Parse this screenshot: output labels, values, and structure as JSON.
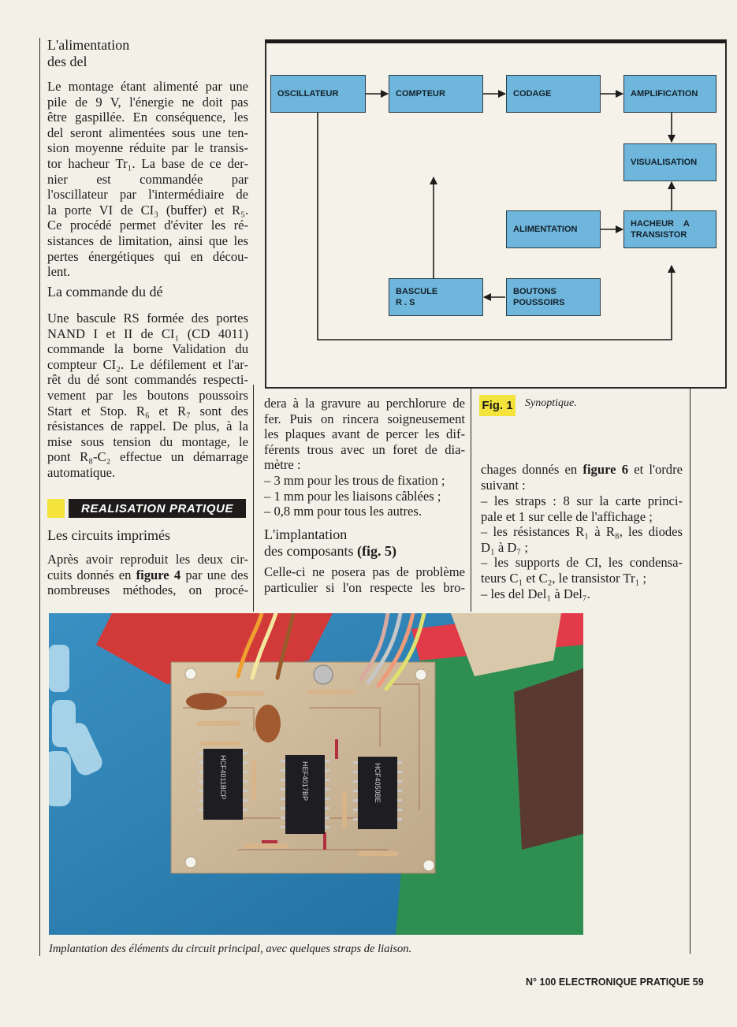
{
  "column1": {
    "heading1_line1": "L'alimentation",
    "heading1_line2": "des del",
    "para1_lines": [
      "Le montage étant alimenté par une",
      "pile de 9 V, l'énergie ne doit pas",
      "être gaspillée. En conséquence, les",
      "del seront alimentées sous une ten-",
      "sion moyenne réduite par le transis-",
      "tor hacheur Tr₁. La base de ce der-",
      "nier est commandée par",
      "l'oscillateur par l'intermédiaire de",
      "la porte VI de CI₃ (buffer) et R₅.",
      "Ce procédé permet d'éviter les ré-",
      "sistances de limitation, ainsi que les",
      "pertes énergétiques qui en décou-",
      "lent."
    ],
    "heading2": "La commande du dé",
    "para2_lines": [
      "Une bascule RS formée des portes",
      "NAND I et II de CI₁ (CD 4011)",
      "commande la borne Validation du",
      "compteur CI₂. Le défilement et l'ar-",
      "rêt du dé sont commandés respecti-",
      "vement par les boutons poussoirs",
      "Start et Stop. R₆ et R₇ sont des",
      "résistances de rappel. De plus, à la",
      "mise sous tension du montage, le",
      "pont R₈-C₂ effectue un démarrage",
      "automatique."
    ],
    "section_banner": "REALISATION PRATIQUE",
    "heading3": "Les circuits imprimés",
    "para3_lines": [
      "Après avoir reproduit les deux cir-",
      "cuits donnés en",
      "figure 4",
      "par une des",
      "nombreuses méthodes, on procé-"
    ]
  },
  "column2": {
    "para_lines": [
      "dera à la gravure au perchlorure de",
      "fer. Puis on rincera soigneusement",
      "les plaques avant de percer les dif-",
      "férents trous avec un foret de dia-",
      "mètre :"
    ],
    "list": [
      "– 3 mm pour les trous de fixation ;",
      "– 1 mm pour les liaisons câblées ;",
      "– 0,8 mm pour tous les autres."
    ],
    "heading_line1": "L'implantation",
    "heading_line2": "des composants",
    "heading_ref": "(fig. 5)",
    "para2_lines": [
      "Celle-ci ne posera pas de problème",
      "particulier si l'on respecte les bro-"
    ]
  },
  "column3": {
    "para_line1_a": "chages donnés en",
    "para_line1_ref": "figure 6",
    "para_line1_b": "et l'ordre",
    "para_line2": "suivant :",
    "list": [
      "– les straps : 8 sur la carte princi-",
      "pale et 1 sur celle de l'affichage ;",
      "– les résistances R₁ à R₈, les diodes",
      "D₁ à D₇ ;",
      "– les supports de CI, les condensa-",
      "teurs C₁ et C₂, le transistor Tr₁ ;",
      "– les del Del₁ à Del₇."
    ]
  },
  "diagram": {
    "blocks": {
      "oscillateur": "OSCILLATEUR",
      "compteur": "COMPTEUR",
      "codage": "CODAGE",
      "amplification": "AMPLIFICATION",
      "visualisation": "VISUALISATION",
      "alimentation": "ALIMENTATION",
      "hacheur_line1": "HACHEUR    A",
      "hacheur_line2": "TRANSISTOR",
      "bascule_line1": "BASCULE",
      "bascule_line2": "R . S",
      "boutons_line1": "BOUTONS",
      "boutons_line2": "POUSSOIRS"
    },
    "fig_label": "Fig. 1",
    "fig_caption": "Synoptique."
  },
  "photo": {
    "caption": "Implantation des éléments du circuit principal, avec quelques straps de liaison.",
    "chip_labels": [
      "HCF4011BCP",
      "HEF4017BP",
      "HCF4050BE"
    ]
  },
  "footer": "N° 100 ELECTRONIQUE PRATIQUE 59",
  "colors": {
    "block_fill": "#6fb6dc",
    "highlight_yellow": "#f3e33a",
    "pcb": "#c9b596",
    "photo_bg": "#2c7fb0"
  }
}
